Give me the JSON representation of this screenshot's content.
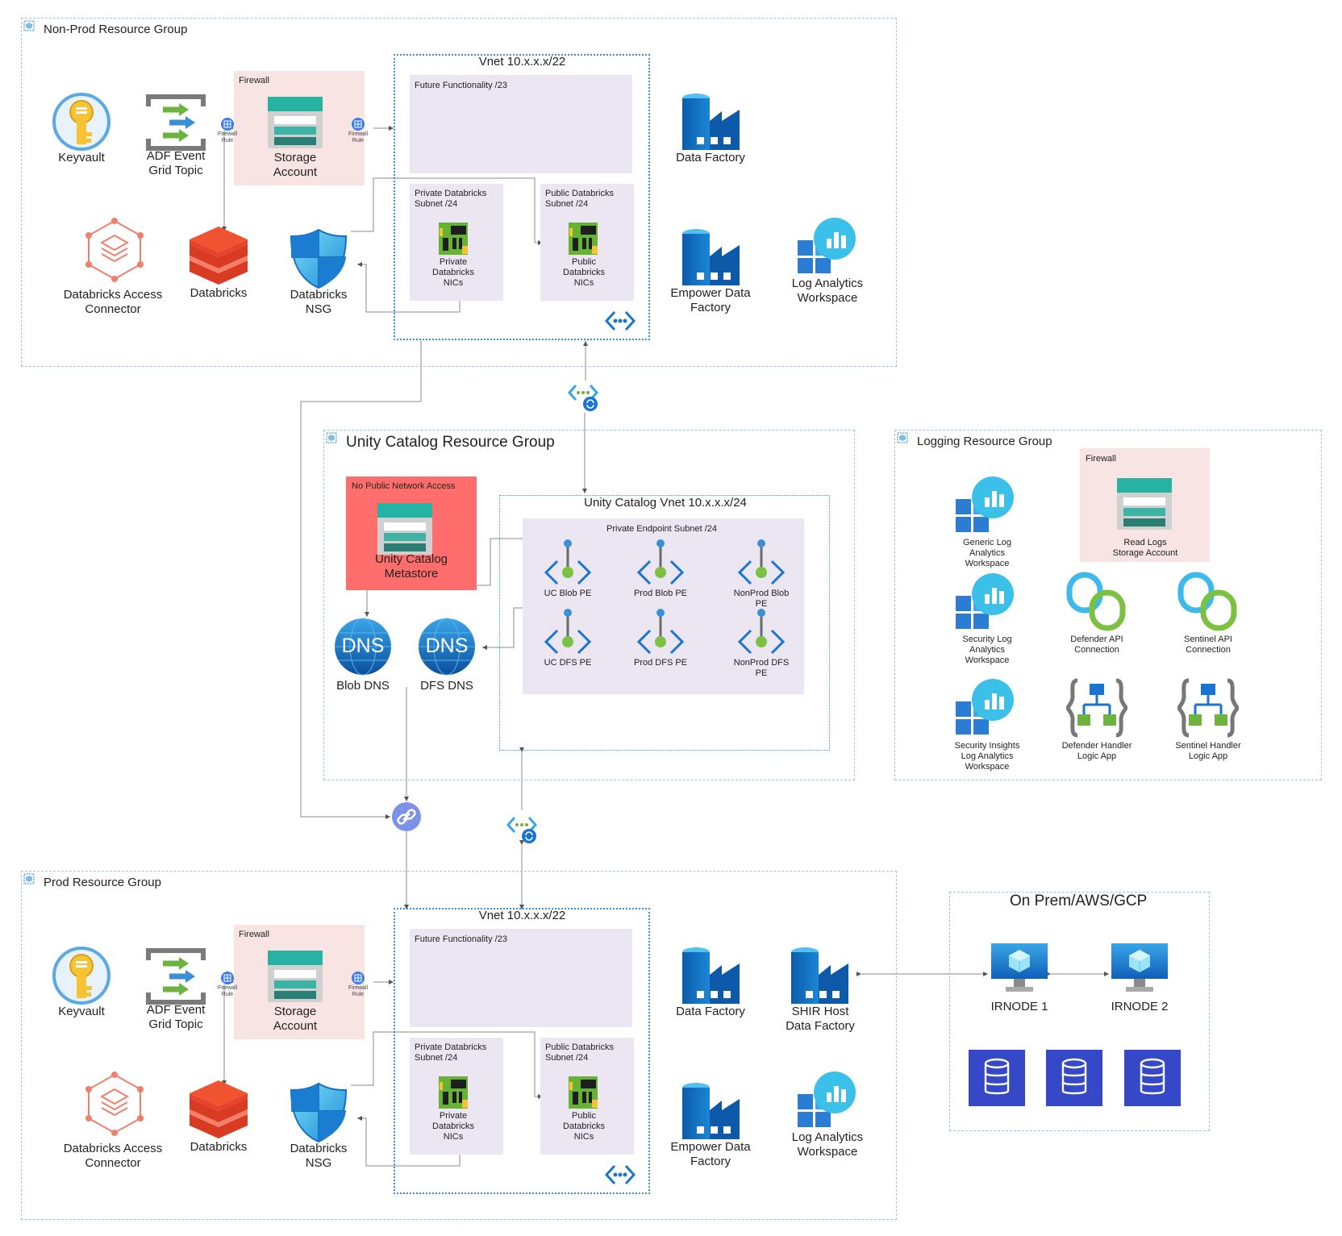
{
  "nonprod": {
    "title": "Non-Prod Resource Group",
    "vnet": "Vnet 10.x.x.x/22",
    "future": "Future Functionality /23",
    "private_subnet": "Private Databricks\nSubnet /24",
    "public_subnet": "Public Databricks\nSubnet /24",
    "private_nics": "Private\nDatabricks\nNICs",
    "public_nics": "Public\nDatabricks\nNICs",
    "firewall": "Firewall",
    "firewall_rule": "Firewall\nRule",
    "keyvault": "Keyvault",
    "adf_event": "ADF Event\nGrid Topic",
    "storage": "Storage\nAccount",
    "access_connector": "Databricks Access\nConnector",
    "databricks": "Databricks",
    "nsg": "Databricks\nNSG",
    "data_factory": "Data Factory",
    "empower": "Empower Data\nFactory",
    "log_analytics": "Log Analytics\nWorkspace"
  },
  "unity": {
    "title": "Unity Catalog Resource Group",
    "no_public": "No Public Network Access",
    "metastore": "Unity Catalog\nMetastore",
    "vnet": "Unity Catalog Vnet 10.x.x.x/24",
    "pe_subnet": "Private Endpoint Subnet /24",
    "uc_blob": "UC Blob PE",
    "prod_blob": "Prod Blob PE",
    "nonprod_blob": "NonProd Blob\nPE",
    "uc_dfs": "UC DFS PE",
    "prod_dfs": "Prod DFS PE",
    "nonprod_dfs": "NonProd DFS\nPE",
    "blob_dns": "Blob DNS",
    "dfs_dns": "DFS DNS",
    "dns_text": "DNS"
  },
  "logging": {
    "title": "Logging Resource Group",
    "firewall": "Firewall",
    "generic": "Generic Log\nAnalytics\nWorkspace",
    "security": "Security Log\nAnalytics\nWorkspace",
    "insights": "Security Insights\nLog Analytics\nWorkspace",
    "read_logs": "Read Logs\nStorage Account",
    "defender_api": "Defender API\nConnection",
    "sentinel_api": "Sentinel API\nConnection",
    "defender_app": "Defender Handler\nLogic App",
    "sentinel_app": "Sentinel Handler\nLogic App"
  },
  "prod": {
    "title": "Prod Resource Group",
    "vnet": "Vnet 10.x.x.x/22",
    "future": "Future Functionality /23",
    "private_subnet": "Private Databricks\nSubnet /24",
    "public_subnet": "Public Databricks\nSubnet /24",
    "private_nics": "Private\nDatabricks\nNICs",
    "public_nics": "Public\nDatabricks\nNICs",
    "firewall": "Firewall",
    "firewall_rule": "Firewall\nRule",
    "keyvault": "Keyvault",
    "adf_event": "ADF Event\nGrid Topic",
    "storage": "Storage\nAccount",
    "access_connector": "Databricks Access\nConnector",
    "databricks": "Databricks",
    "nsg": "Databricks\nNSG",
    "data_factory": "Data Factory",
    "shir": "SHIR Host\nData Factory",
    "empower": "Empower Data\nFactory",
    "log_analytics": "Log Analytics\nWorkspace"
  },
  "onprem": {
    "title": "On Prem/AWS/GCP",
    "irnode1": "IRNODE 1",
    "irnode2": "IRNODE 2"
  },
  "colors": {
    "group_border": "#9dc3e6",
    "vnet_border": "#3a8fd6",
    "subnet_fill": "#ece6f3",
    "firewall_fill": "#f8e4e2",
    "no_public_fill": "#ff6d6d",
    "azure_blue": "#0f6cbd",
    "databricks_red": "#e8412c"
  }
}
